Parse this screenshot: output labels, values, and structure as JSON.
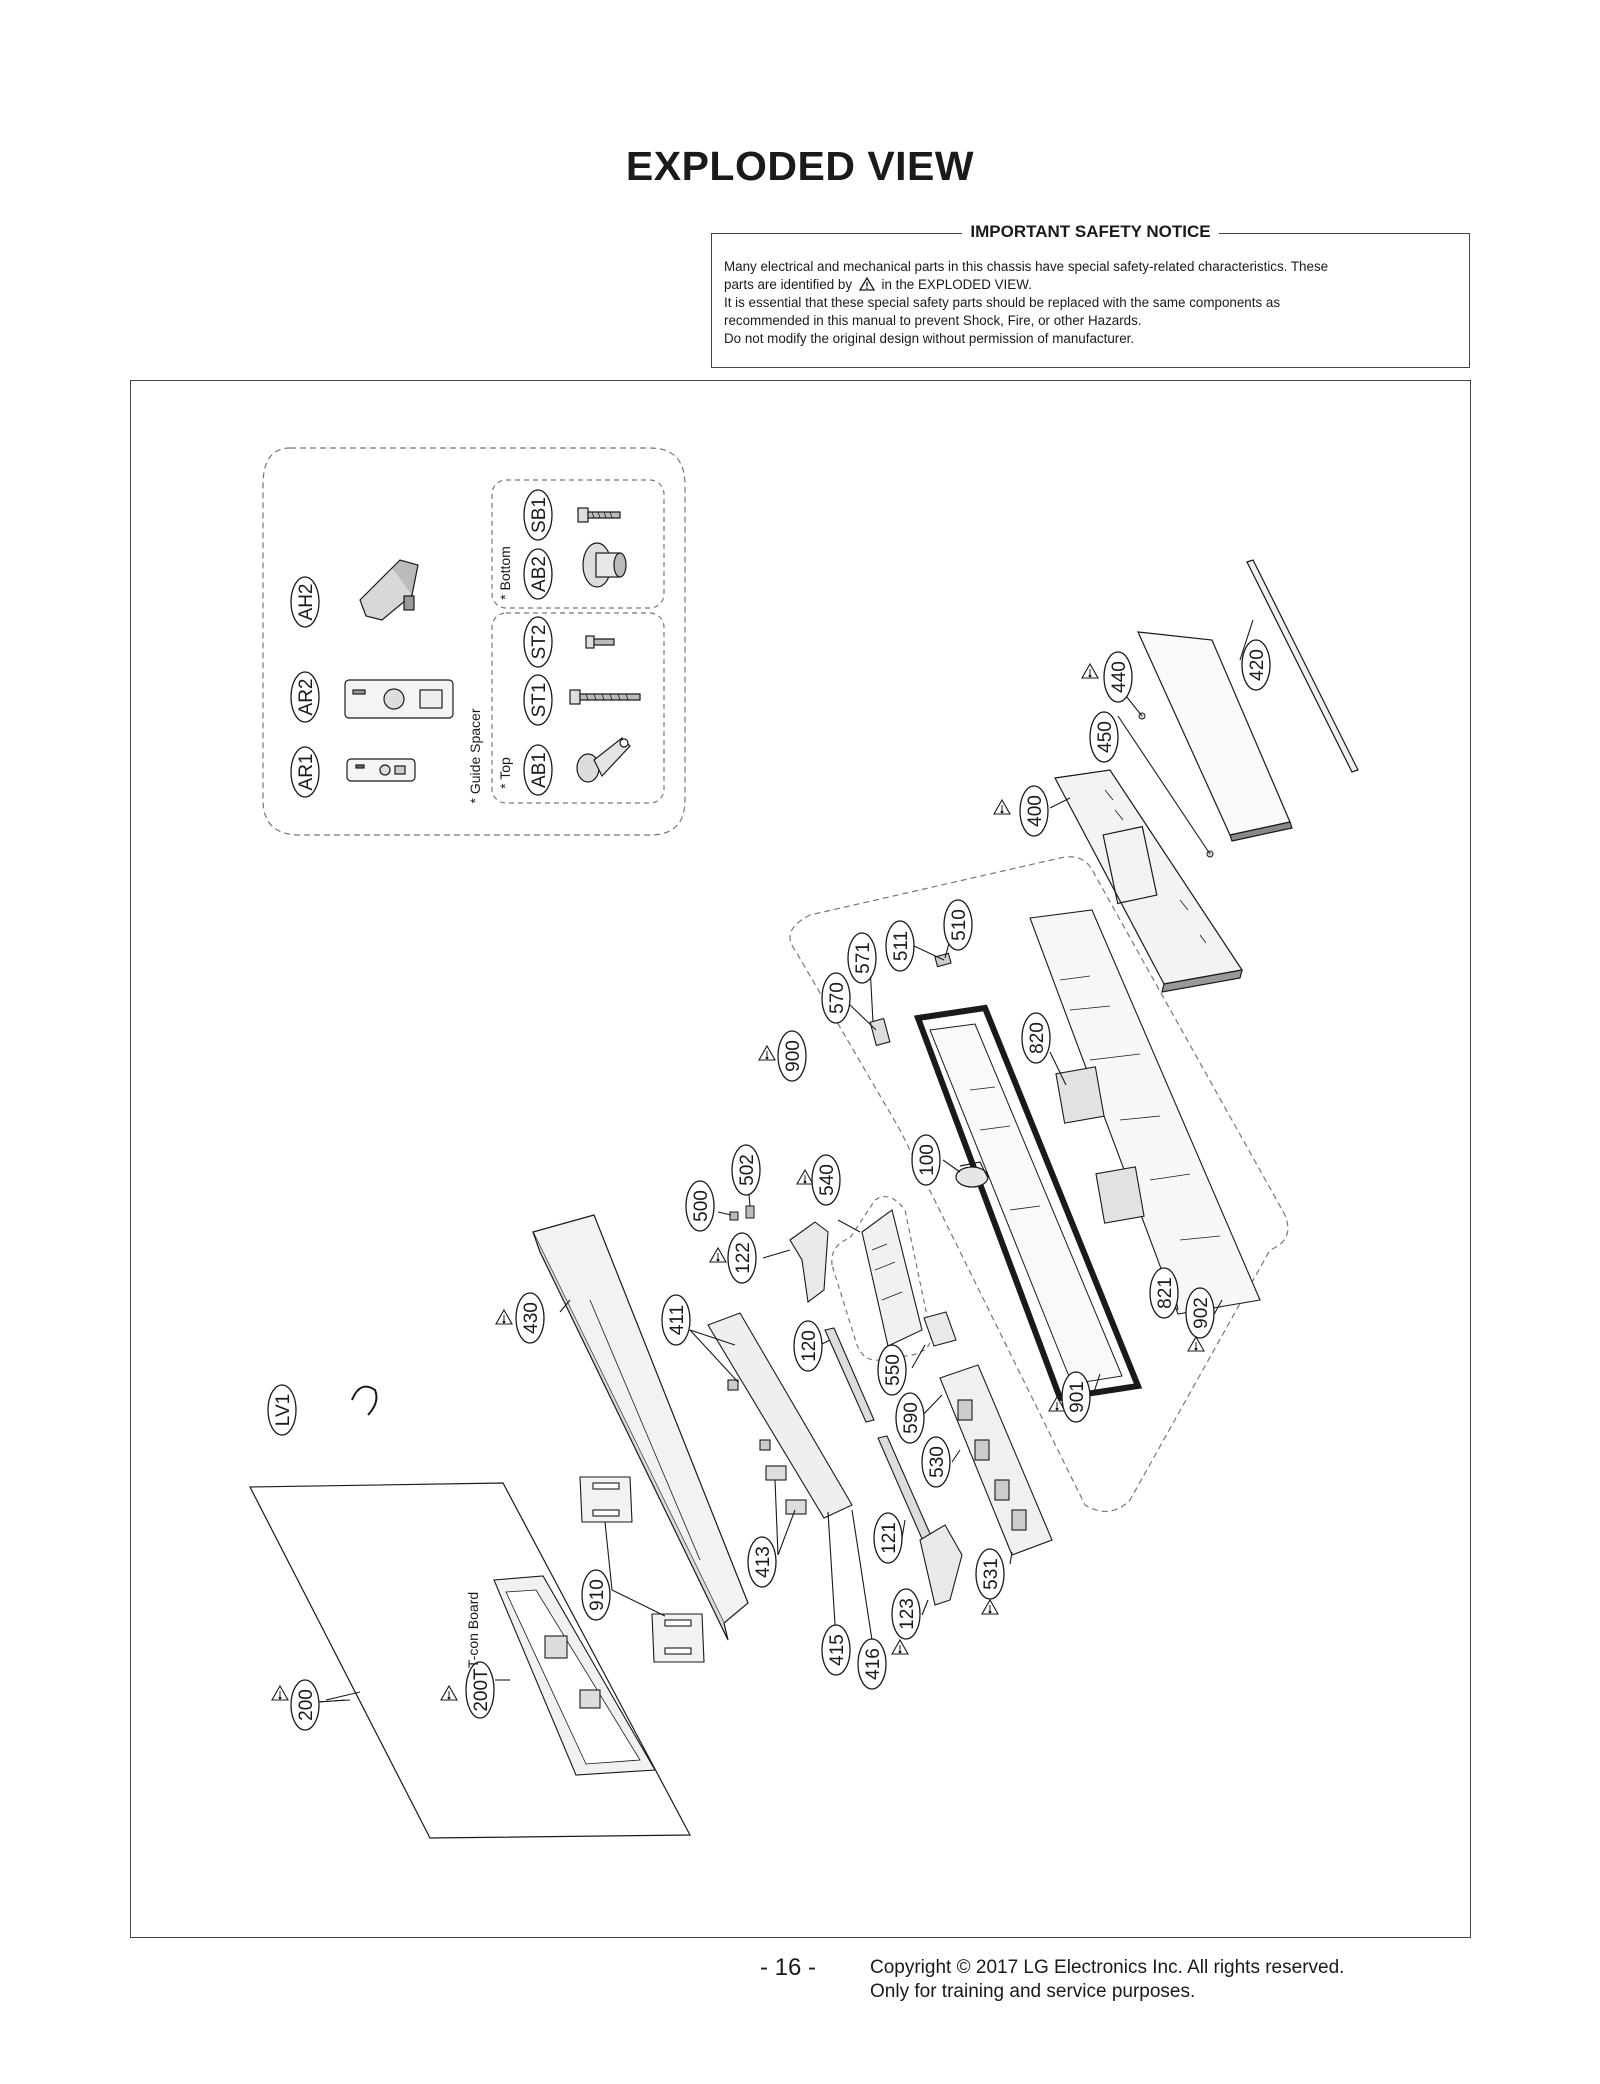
{
  "title": "EXPLODED VIEW",
  "notice": {
    "heading": "IMPORTANT SAFETY NOTICE",
    "line1": "Many electrical and mechanical parts in this chassis have special safety-related characteristics. These",
    "line2_pre": "parts are identified by",
    "line2_post": "in the EXPLODED VIEW.",
    "line3": "It is essential that these special safety parts should be replaced with the same components as",
    "line4": "recommended in this manual to prevent Shock, Fire, or other Hazards.",
    "line5": "Do not modify the original design without permission of manufacturer."
  },
  "accessories": {
    "ah2": "AH2",
    "ar2": "AR2",
    "ar1": "AR1",
    "sb1": "SB1",
    "ab2": "AB2",
    "st2": "ST2",
    "st1": "ST1",
    "ab1": "AB1",
    "guide_spacer": "* Guide Spacer",
    "bottom": "* Bottom",
    "top": "* Top"
  },
  "parts": {
    "p440": "440",
    "p420": "420",
    "p450": "450",
    "p400": "400",
    "p510": "510",
    "p511": "511",
    "p571": "571",
    "p570": "570",
    "p900": "900",
    "p820": "820",
    "p100": "100",
    "p540": "540",
    "p502": "502",
    "p500": "500",
    "p122": "122",
    "p430": "430",
    "p411": "411",
    "p120": "120",
    "p550": "550",
    "p590": "590",
    "p530": "530",
    "p821": "821",
    "p902": "902",
    "p901": "901",
    "p121": "121",
    "p531": "531",
    "p123": "123",
    "p413": "413",
    "p415": "415",
    "p416": "416",
    "p910": "910",
    "lv1": "LV1",
    "p200": "200",
    "p200t": "200T",
    "tcon": "T-con Board"
  },
  "footer": {
    "page": "- 16 -",
    "copyright": "Copyright © 2017 LG Electronics Inc. All rights reserved.",
    "training": "Only for training and service purposes."
  },
  "colors": {
    "ink": "#1a1a1a",
    "line": "#444444",
    "dash": "#777777"
  }
}
